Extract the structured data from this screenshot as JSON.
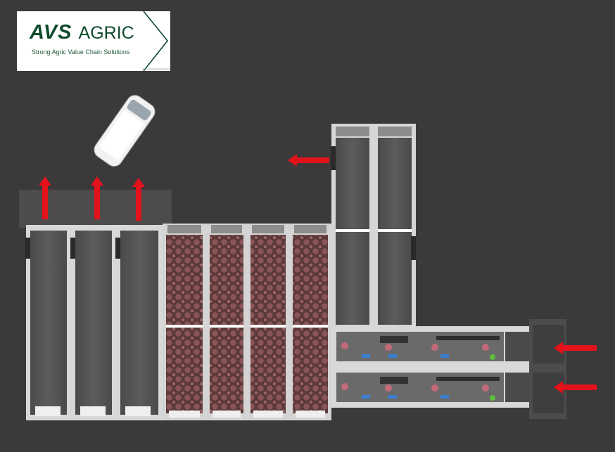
{
  "logo": {
    "brand_bold": "AVS",
    "brand_light": "AGRIC",
    "tagline": "Strong Agric Value Chain Solutions"
  },
  "colors": {
    "background": "#3b393a",
    "arrow": "#e3121b",
    "drying_rack": "#7a4b4a",
    "brand": "#0f4a2c"
  }
}
